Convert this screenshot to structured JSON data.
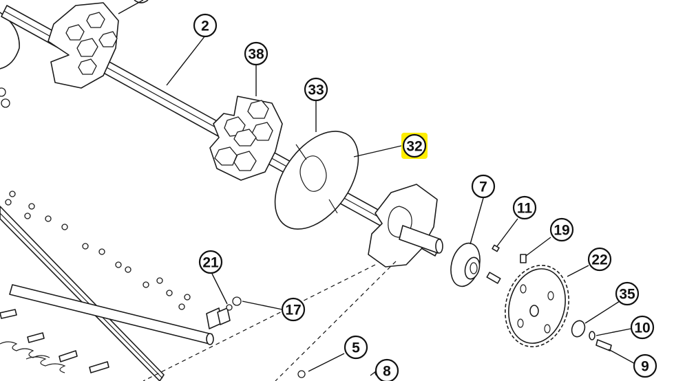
{
  "highlight_color": "#ffee00",
  "line_color": "#111111",
  "callouts": [
    {
      "label": "2"
    },
    {
      "label": "38"
    },
    {
      "label": "33"
    },
    {
      "label": "32",
      "highlighted": true
    },
    {
      "label": "7"
    },
    {
      "label": "11"
    },
    {
      "label": "19"
    },
    {
      "label": "22"
    },
    {
      "label": "35"
    },
    {
      "label": "10"
    },
    {
      "label": "9"
    },
    {
      "label": "21"
    },
    {
      "label": "17"
    },
    {
      "label": "5"
    },
    {
      "label": "8"
    }
  ]
}
